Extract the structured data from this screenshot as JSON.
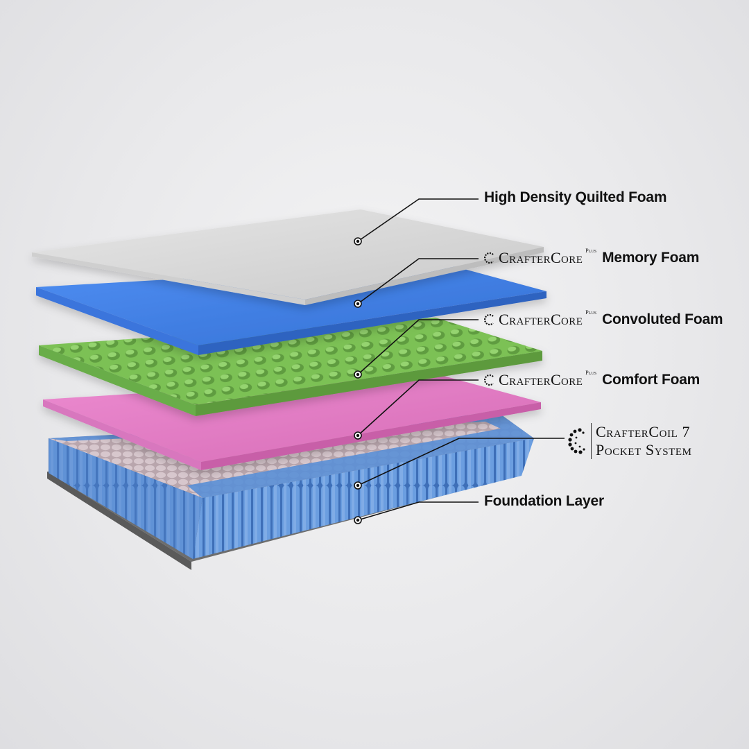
{
  "layers": [
    {
      "id": "quilted",
      "label": "High Density Quilted Foam",
      "brand": "",
      "brand_sup": "",
      "color": "#d8d8d8"
    },
    {
      "id": "memory",
      "label": "Memory Foam",
      "brand": "CrafterCore",
      "brand_sup": "Plus",
      "color": "#3f7fe4"
    },
    {
      "id": "convoluted",
      "label": "Convoluted Foam",
      "brand": "CrafterCore",
      "brand_sup": "Plus",
      "color": "#72b84c"
    },
    {
      "id": "comfort",
      "label": "Comfort Foam",
      "brand": "CrafterCore",
      "brand_sup": "Plus",
      "color": "#e27ac3"
    },
    {
      "id": "coil",
      "label_line1": "CrafterCoil 7",
      "label_line2": "Pocket System",
      "color": "#5a8fd6"
    },
    {
      "id": "foundation",
      "label": "Foundation Layer",
      "color": "#7a7a7a"
    }
  ]
}
